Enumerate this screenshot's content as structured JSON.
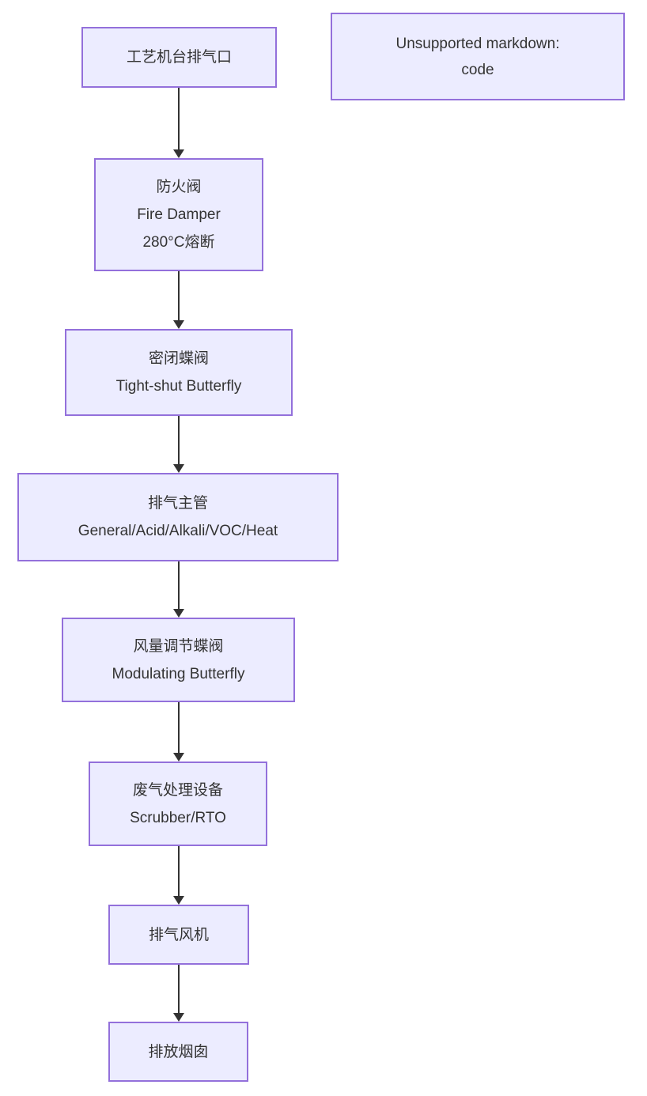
{
  "diagram": {
    "colors": {
      "node_fill": "#ECECFF",
      "node_border": "#9370DB",
      "text": "#333333",
      "arrow": "#333333",
      "background": "#FFFFFF"
    },
    "nodes": [
      {
        "id": "process-exhaust-outlet",
        "lines": [
          "工艺机台排气口"
        ]
      },
      {
        "id": "fire-damper",
        "lines": [
          "防火阀",
          "Fire Damper",
          "280°C熔断"
        ]
      },
      {
        "id": "tight-shut-butterfly",
        "lines": [
          "密闭蝶阀",
          "Tight-shut Butterfly"
        ]
      },
      {
        "id": "exhaust-main-duct",
        "lines": [
          "排气主管",
          "General/Acid/Alkali/VOC/Heat"
        ]
      },
      {
        "id": "modulating-butterfly",
        "lines": [
          "风量调节蝶阀",
          "Modulating Butterfly"
        ]
      },
      {
        "id": "treatment-equipment",
        "lines": [
          "废气处理设备",
          "Scrubber/RTO"
        ]
      },
      {
        "id": "exhaust-fan",
        "lines": [
          "排气风机"
        ]
      },
      {
        "id": "discharge-stack",
        "lines": [
          "排放烟囱"
        ]
      }
    ],
    "note": {
      "lines": [
        "Unsupported markdown:",
        "code"
      ]
    }
  }
}
